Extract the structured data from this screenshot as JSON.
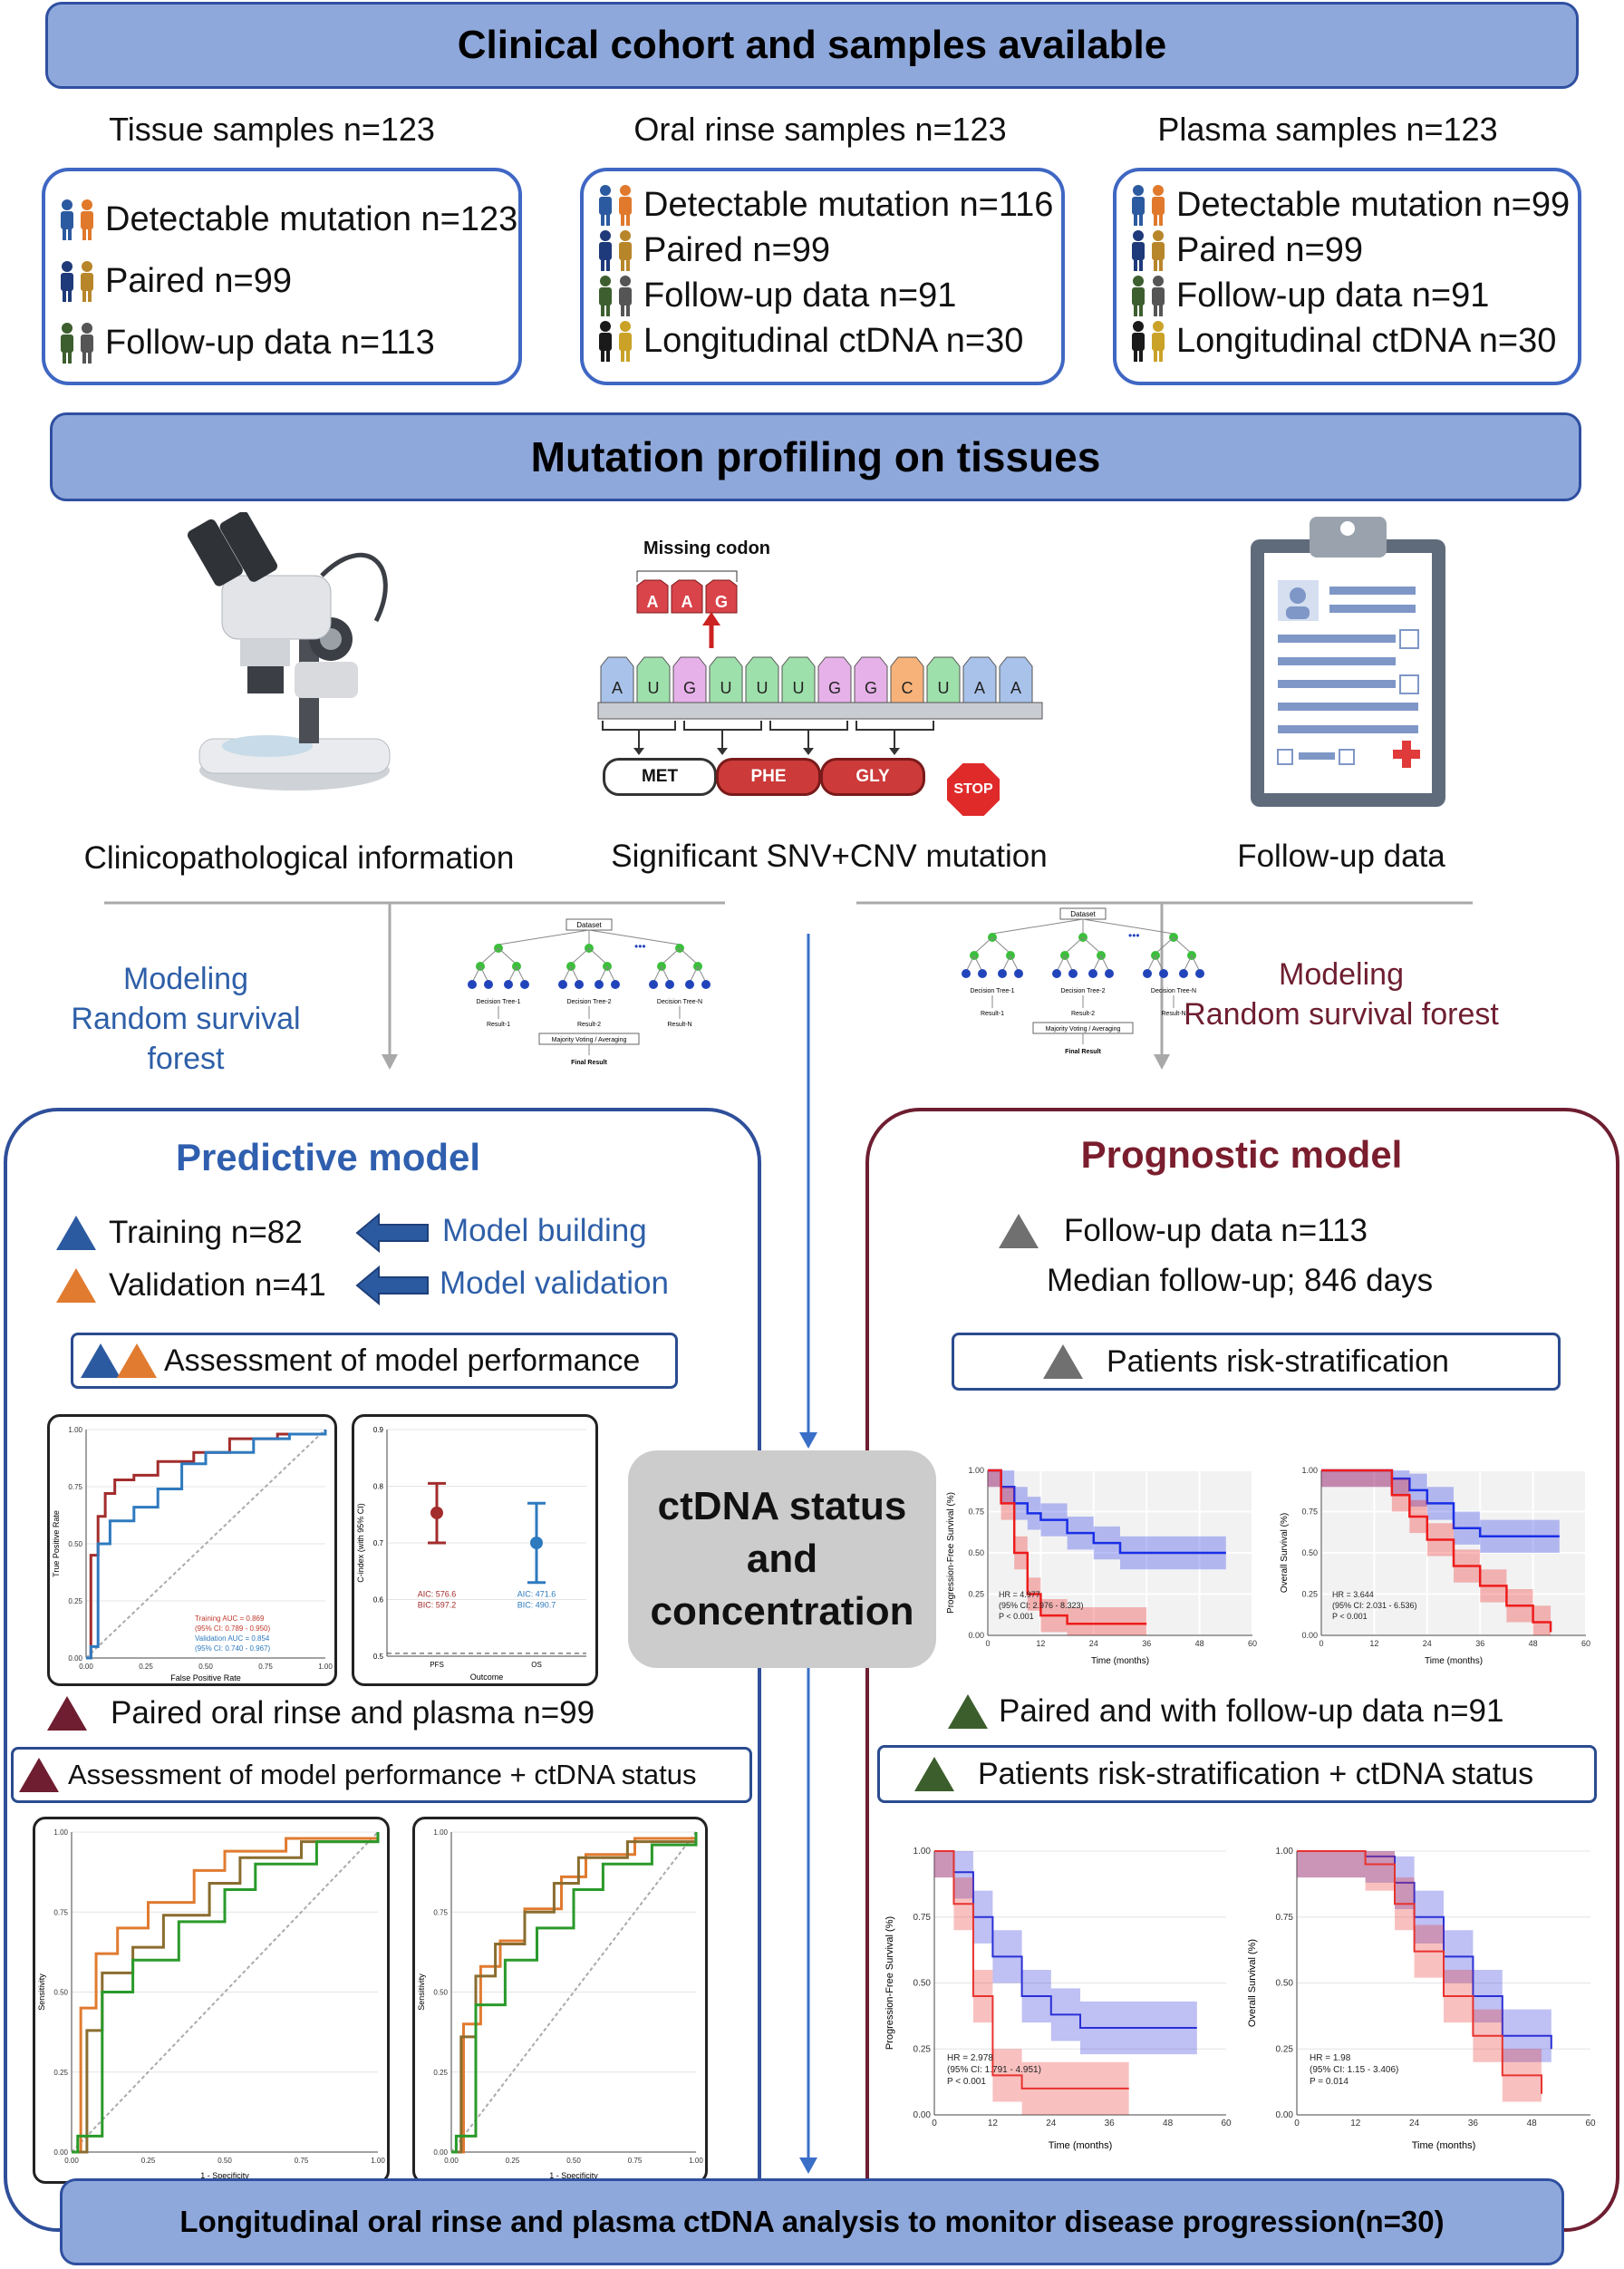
{
  "banners": {
    "cohort": "Clinical cohort and samples available",
    "profiling": "Mutation profiling on tissues",
    "longitudinal": "Longitudinal oral rinse and plasma ctDNA analysis to monitor disease progression(n=30)"
  },
  "cohorts": [
    {
      "title": "Tissue samples n=123",
      "rows": [
        "Detectable mutation n=123",
        "Paired n=99",
        "Follow-up data n=113"
      ]
    },
    {
      "title": "Oral rinse samples n=123",
      "rows": [
        "Detectable mutation n=116",
        "Paired n=99",
        "Follow-up data n=91",
        "Longitudinal ctDNA n=30"
      ]
    },
    {
      "title": "Plasma samples n=123",
      "rows": [
        "Detectable mutation n=99",
        "Paired n=99",
        "Follow-up data n=91",
        "Longitudinal ctDNA n=30"
      ]
    }
  ],
  "profiling": {
    "missing_codon": "Missing codon",
    "codon": [
      "A",
      "A",
      "G"
    ],
    "mrna": [
      "A",
      "U",
      "G",
      "U",
      "U",
      "U",
      "G",
      "G",
      "C",
      "U",
      "A",
      "A"
    ],
    "proteins": [
      "MET",
      "PHE",
      "GLY",
      "STOP"
    ],
    "captions": [
      "Clinicopathological information",
      "Significant SNV+CNV mutation",
      "Follow-up data"
    ]
  },
  "modeling": {
    "left": [
      "Modeling",
      "Random survival forest"
    ],
    "right": [
      "Modeling",
      "Random survival forest"
    ],
    "tree": {
      "root": "Dataset",
      "trees": [
        "Decision Tree-1",
        "Decision Tree-2",
        "Decision Tree-N"
      ],
      "results": [
        "Result-1",
        "Result-2",
        "Result-N"
      ],
      "vote": "Majority Voting / Averaging",
      "final": "Final Result"
    }
  },
  "predictive": {
    "title": "Predictive model",
    "training": "Training n=82",
    "validation": "Validation n=41",
    "model_building": "Model building",
    "model_validation": "Model validation",
    "assessment": "Assessment of model performance",
    "paired": "Paired oral rinse and plasma n=99",
    "assessment_ct": "Assessment of model performance + ctDNA status",
    "roc_legend": [
      "Training AUC = 0.869",
      "(95% CI: 0.789 - 0.950)",
      "Validation AUC = 0.854",
      "(95% CI: 0.740 - 0.967)"
    ],
    "roc_xlabel": "False Positive Rate",
    "roc_ylabel": "True Positive Rate",
    "cidx_ylabel": "C-index (with 95% CI)",
    "cidx_xlabel": "Outcome",
    "cidx_cats": [
      "PFS",
      "OS"
    ],
    "cidx_stats": [
      "AIC: 576.6",
      "BIC: 597.2",
      "AIC: 471.6",
      "BIC: 490.7"
    ],
    "sens_xlabel": "1 - Specificity",
    "sens_ylabel": "Sensitivity"
  },
  "center": {
    "text": [
      "ctDNA status",
      "and",
      "concentration"
    ]
  },
  "prognostic": {
    "title": "Prognostic model",
    "followup": "Follow-up data n=113",
    "median": "Median follow-up; 846 days",
    "risk": "Patients risk-stratification",
    "paired": "Paired and with follow-up data n=91",
    "risk_ct": "Patients risk-stratification + ctDNA status",
    "km1_ylabel": "Progression-Free Survival (%)",
    "km2_ylabel": "Overall Survival (%)",
    "km_xlabel": "Time (months)",
    "km1_stats": [
      "HR = 4.977",
      "(95% CI: 2.976 - 8.323)",
      "P < 0.001"
    ],
    "km2_stats": [
      "HR = 3.644",
      "(95% CI: 2.031 - 6.536)",
      "P < 0.001"
    ],
    "km3_stats": [
      "HR = 2.978",
      "(95% CI: 1.791 - 4.951)",
      "P < 0.001"
    ],
    "km4_stats": [
      "HR = 1.98",
      "(95% CI: 1.15 - 3.406)",
      "P = 0.014"
    ]
  },
  "chart_data": [
    {
      "type": "line",
      "title": "",
      "xlabel": "False Positive Rate",
      "ylabel": "True Positive Rate",
      "xlim": [
        0,
        1
      ],
      "ylim": [
        0,
        1
      ],
      "series": [
        {
          "name": "Training AUC = 0.869",
          "x": [
            0,
            0.02,
            0.05,
            0.08,
            0.12,
            0.2,
            0.3,
            0.45,
            0.6,
            0.8,
            1
          ],
          "y": [
            0,
            0.45,
            0.62,
            0.72,
            0.78,
            0.8,
            0.86,
            0.9,
            0.96,
            0.98,
            1
          ]
        },
        {
          "name": "Validation AUC = 0.854",
          "x": [
            0,
            0.02,
            0.05,
            0.1,
            0.2,
            0.3,
            0.4,
            0.5,
            0.7,
            0.85,
            1
          ],
          "y": [
            0,
            0.05,
            0.5,
            0.6,
            0.66,
            0.74,
            0.85,
            0.9,
            0.96,
            0.98,
            1
          ]
        }
      ]
    },
    {
      "type": "scatter",
      "title": "",
      "xlabel": "Outcome",
      "ylabel": "C-index (with 95% CI)",
      "categories": [
        "PFS",
        "OS"
      ],
      "ylim": [
        0.5,
        0.9
      ],
      "values": [
        0.753,
        0.7
      ],
      "lower": [
        0.7,
        0.63
      ],
      "upper": [
        0.805,
        0.77
      ]
    },
    {
      "type": "line",
      "title": "",
      "xlabel": "Time (months)",
      "ylabel": "Progression-Free Survival (%)",
      "xlim": [
        0,
        60
      ],
      "ylim": [
        0,
        1
      ],
      "series": [
        {
          "x": [
            0,
            3,
            6,
            9,
            12,
            18,
            24,
            30,
            36,
            54
          ],
          "y": [
            1,
            0.9,
            0.8,
            0.74,
            0.7,
            0.62,
            0.56,
            0.5,
            0.5,
            0.5
          ]
        },
        {
          "x": [
            0,
            3,
            6,
            9,
            12,
            18,
            24,
            30,
            36
          ],
          "y": [
            1,
            0.8,
            0.5,
            0.25,
            0.12,
            0.07,
            0.07,
            0.07,
            0.07
          ]
        }
      ]
    },
    {
      "type": "line",
      "title": "",
      "xlabel": "Time (months)",
      "ylabel": "Overall Survival (%)",
      "xlim": [
        0,
        60
      ],
      "ylim": [
        0,
        1
      ],
      "series": [
        {
          "x": [
            0,
            10,
            16,
            20,
            24,
            30,
            36,
            54
          ],
          "y": [
            1,
            1,
            0.95,
            0.88,
            0.8,
            0.65,
            0.6,
            0.6
          ]
        },
        {
          "x": [
            0,
            10,
            16,
            20,
            24,
            30,
            36,
            42,
            48,
            52
          ],
          "y": [
            1,
            1,
            0.85,
            0.72,
            0.58,
            0.42,
            0.3,
            0.18,
            0.08,
            0.02
          ]
        }
      ]
    },
    {
      "type": "line",
      "title": "",
      "xlabel": "1 - Specificity",
      "ylabel": "Sensitivity",
      "xlim": [
        0,
        1
      ],
      "ylim": [
        0,
        1
      ],
      "series": [
        {
          "x": [
            0,
            0.03,
            0.08,
            0.15,
            0.25,
            0.4,
            0.5,
            0.7,
            1
          ],
          "y": [
            0,
            0.45,
            0.62,
            0.7,
            0.78,
            0.88,
            0.94,
            0.98,
            1
          ]
        },
        {
          "x": [
            0,
            0.05,
            0.1,
            0.2,
            0.3,
            0.45,
            0.55,
            0.75,
            1
          ],
          "y": [
            0,
            0.38,
            0.56,
            0.64,
            0.74,
            0.84,
            0.92,
            0.97,
            1
          ]
        },
        {
          "x": [
            0,
            0.02,
            0.1,
            0.2,
            0.35,
            0.5,
            0.6,
            0.8,
            1
          ],
          "y": [
            0,
            0.05,
            0.5,
            0.6,
            0.72,
            0.82,
            0.9,
            0.97,
            1
          ]
        }
      ]
    },
    {
      "type": "line",
      "title": "",
      "xlabel": "1 - Specificity",
      "ylabel": "Sensitivity",
      "xlim": [
        0,
        1
      ],
      "ylim": [
        0,
        1
      ],
      "series": [
        {
          "x": [
            0,
            0.05,
            0.12,
            0.2,
            0.3,
            0.45,
            0.55,
            0.75,
            1
          ],
          "y": [
            0,
            0.4,
            0.58,
            0.66,
            0.76,
            0.86,
            0.93,
            0.98,
            1
          ]
        },
        {
          "x": [
            0,
            0.04,
            0.1,
            0.18,
            0.3,
            0.42,
            0.52,
            0.72,
            1
          ],
          "y": [
            0,
            0.36,
            0.55,
            0.65,
            0.75,
            0.84,
            0.92,
            0.97,
            1
          ]
        },
        {
          "x": [
            0,
            0.02,
            0.1,
            0.22,
            0.35,
            0.5,
            0.62,
            0.82,
            1
          ],
          "y": [
            0,
            0.05,
            0.46,
            0.6,
            0.7,
            0.82,
            0.9,
            0.96,
            1
          ]
        }
      ]
    },
    {
      "type": "line",
      "title": "",
      "xlabel": "Time (months)",
      "ylabel": "Progression-Free Survival (%)",
      "xlim": [
        0,
        60
      ],
      "ylim": [
        0,
        1
      ],
      "series": [
        {
          "x": [
            0,
            4,
            8,
            12,
            18,
            24,
            30,
            54
          ],
          "y": [
            1,
            0.92,
            0.75,
            0.6,
            0.45,
            0.38,
            0.33,
            0.33
          ]
        },
        {
          "x": [
            0,
            4,
            8,
            12,
            18,
            24,
            30,
            40
          ],
          "y": [
            1,
            0.8,
            0.45,
            0.15,
            0.1,
            0.1,
            0.1,
            0.1
          ]
        }
      ]
    },
    {
      "type": "line",
      "title": "",
      "xlabel": "Time (months)",
      "ylabel": "Overall Survival (%)",
      "xlim": [
        0,
        60
      ],
      "ylim": [
        0,
        1
      ],
      "series": [
        {
          "x": [
            0,
            14,
            20,
            24,
            30,
            36,
            42,
            52
          ],
          "y": [
            1,
            0.98,
            0.88,
            0.75,
            0.6,
            0.45,
            0.3,
            0.25
          ]
        },
        {
          "x": [
            0,
            14,
            20,
            24,
            30,
            36,
            42,
            50
          ],
          "y": [
            1,
            0.95,
            0.8,
            0.62,
            0.45,
            0.3,
            0.15,
            0.08
          ]
        }
      ]
    }
  ]
}
